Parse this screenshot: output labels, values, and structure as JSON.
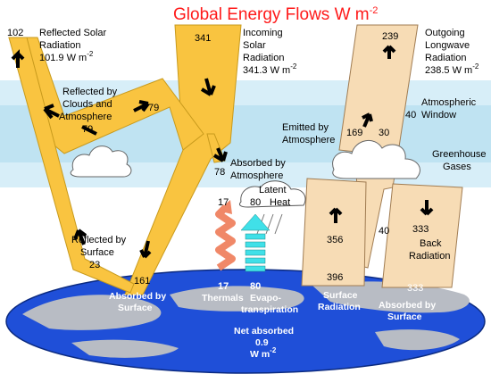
{
  "title": "Global Energy Flows  W m",
  "title_exp": "-2",
  "colors": {
    "title": "#ff1a1a",
    "solar_band": "#f9c440",
    "solar_edge": "#c89a1c",
    "longwave_band": "#f7dcb5",
    "longwave_edge": "#a07c52",
    "thermal": "#f08868",
    "latent": "#40e0e8",
    "atmosphere_band": "#bfe3f2",
    "ocean": "#1f4fd8",
    "land": "#b8bcc4"
  },
  "labels": {
    "reflected_solar": [
      "Reflected Solar",
      "Radiation",
      "101.9 W m"
    ],
    "reflected_solar_exp": "-2",
    "incoming_solar": [
      "Incoming",
      "Solar",
      "Radiation",
      "341.3 W m"
    ],
    "incoming_solar_exp": "-2",
    "outgoing_longwave": [
      "Outgoing",
      "Longwave",
      "Radiation",
      "238.5 W m"
    ],
    "outgoing_longwave_exp": "-2",
    "reflected_clouds": [
      "Reflected by",
      "Clouds and",
      "Atmosphere"
    ],
    "absorbed_atmosphere": [
      "Absorbed by",
      "Atmosphere"
    ],
    "emitted_atmosphere": [
      "Emitted by",
      "Atmosphere"
    ],
    "atmospheric_window": [
      "Atmospheric",
      "Window"
    ],
    "greenhouse_gases": [
      "Greenhouse",
      "Gases"
    ],
    "latent_heat": [
      "Latent",
      "Heat"
    ],
    "reflected_surface": [
      "Reflected by",
      "Surface"
    ],
    "back_radiation": [
      "Back",
      "Radiation"
    ],
    "absorbed_surface_left": [
      "Absorbed by",
      "Surface"
    ],
    "thermals": "Thermals",
    "evapotranspiration": [
      "Evapo-",
      "transpiration"
    ],
    "surface_radiation": [
      "Surface",
      "Radiation"
    ],
    "absorbed_surface_right": [
      "Absorbed by",
      "Surface"
    ],
    "net_absorbed": [
      "Net absorbed",
      "0.9",
      "W m"
    ],
    "net_absorbed_exp": "-2"
  },
  "values": {
    "reflected_total": "102",
    "incoming": "341",
    "outgoing": "239",
    "reflected_clouds": "79",
    "reflected_clouds_arrow": "79",
    "absorbed_atmosphere": "78",
    "emitted_atmosphere": "169",
    "cloud_emission": "30",
    "atmospheric_window": "40",
    "latent_heat": "80",
    "thermals_top": "17",
    "reflected_surface": "23",
    "absorbed_surface": "161",
    "surface_radiation_up": "356",
    "window_lower": "40",
    "back_radiation": "333",
    "thermals_bottom": "17",
    "evapotranspiration": "80",
    "surface_radiation": "396",
    "absorbed_surface_back": "333"
  }
}
